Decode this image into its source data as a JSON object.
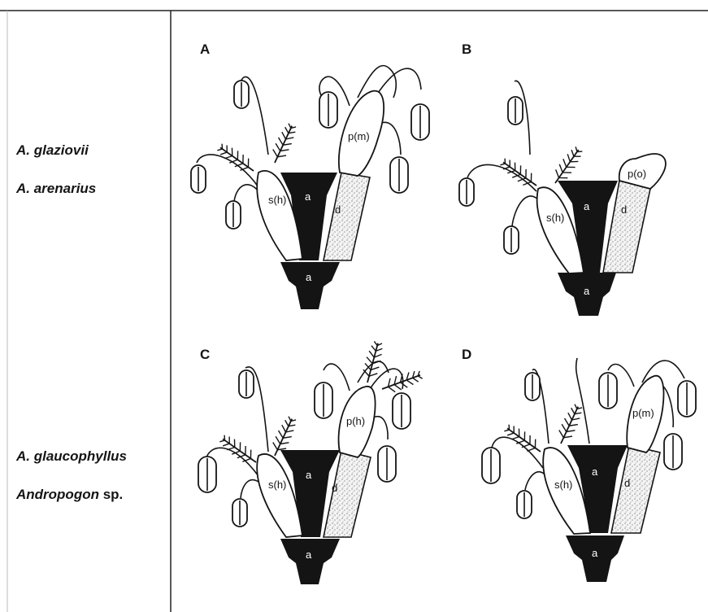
{
  "row1": {
    "species_1": "A. glaziovii",
    "species_2": "A. arenarius"
  },
  "row2": {
    "species_1": "A. glaucophyllus",
    "species_2_genus": "Andropogon",
    "species_2_suffix": " sp."
  },
  "panels": [
    {
      "letter": "A",
      "upper_label": "p(m)",
      "sessile_label": "s(h)",
      "axis_label": "a",
      "pedicel_label": "d",
      "base_label": "a"
    },
    {
      "letter": "B",
      "upper_label": "p(o)",
      "sessile_label": "s(h)",
      "axis_label": "a",
      "pedicel_label": "d",
      "base_label": "a"
    },
    {
      "letter": "C",
      "upper_label": "p(h)",
      "sessile_label": "s(h)",
      "axis_label": "a",
      "pedicel_label": "d",
      "base_label": "a"
    },
    {
      "letter": "D",
      "upper_label": "p(m)",
      "sessile_label": "s(h)",
      "axis_label": "a",
      "pedicel_label": "d",
      "base_label": "a"
    }
  ],
  "colors": {
    "ink": "#141414",
    "paper": "#ffffff"
  }
}
